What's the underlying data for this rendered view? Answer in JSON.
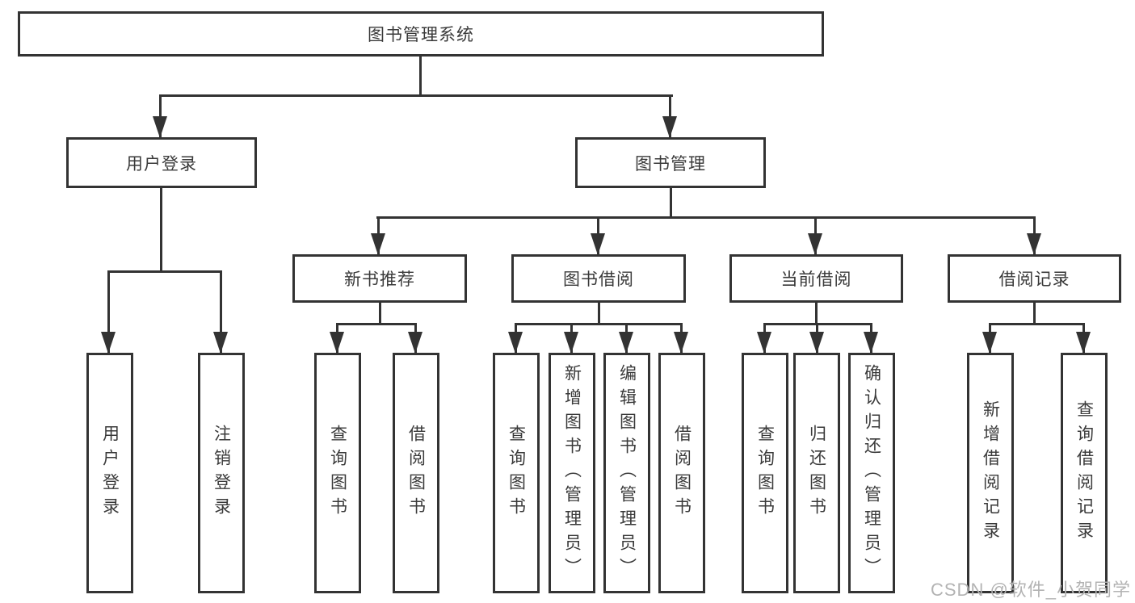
{
  "colors": {
    "line": "#333333",
    "text": "#3a3a3a",
    "background": "#ffffff",
    "watermark": "#b3b3b3"
  },
  "watermark": {
    "text": "CSDN @软件_小贺同学"
  },
  "tree": {
    "root": {
      "label": "图书管理系统"
    },
    "branches": [
      {
        "label": "用户登录",
        "children": [
          {
            "label": "用户登录"
          },
          {
            "label": "注销登录"
          }
        ]
      },
      {
        "label": "图书管理",
        "children": [
          {
            "label": "新书推荐",
            "children": [
              {
                "label": "查询图书"
              },
              {
                "label": "借阅图书"
              }
            ]
          },
          {
            "label": "图书借阅",
            "children": [
              {
                "label": "查询图书"
              },
              {
                "label": "新增图书（管理员）"
              },
              {
                "label": "编辑图书（管理员）"
              },
              {
                "label": "借阅图书"
              }
            ]
          },
          {
            "label": "当前借阅",
            "children": [
              {
                "label": "查询图书"
              },
              {
                "label": "归还图书"
              },
              {
                "label": "确认归还（管理员）"
              }
            ]
          },
          {
            "label": "借阅记录",
            "children": [
              {
                "label": "新增借阅记录"
              },
              {
                "label": "查询借阅记录"
              }
            ]
          }
        ]
      }
    ]
  }
}
